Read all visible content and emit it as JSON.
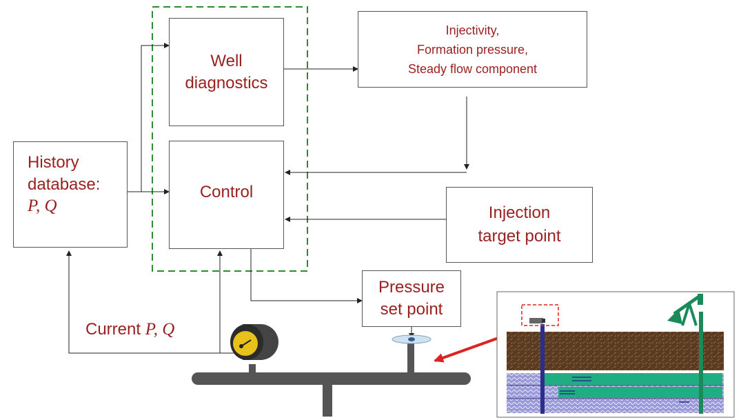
{
  "boxes": {
    "well_diagnostics": "Well\ndiagnostics",
    "control": "Control",
    "outputs": [
      "Injectivity,",
      "Formation pressure,",
      "Steady flow component"
    ],
    "history_label": "History\ndatabase:",
    "history_vars": "P, Q",
    "injection_target": "Injection\ntarget point",
    "pressure_set_point": "Pressure\nset point"
  },
  "labels": {
    "current_prefix": "Current",
    "current_vars": "P, Q"
  },
  "colors": {
    "text": "#9a1f1f",
    "dashed_group": "#2e8b2e",
    "arrow": "#222222",
    "pipe": "#555555",
    "gauge_face": "#e8c21a",
    "callout_arrow": "#dd2222",
    "soil": "#5a3b22",
    "formation": "#8a8ad0",
    "flow_layer": "#1fae82"
  },
  "icons": [
    "pressure-gauge-icon",
    "valve-icon",
    "pump-jack-icon",
    "well-head-icon"
  ]
}
